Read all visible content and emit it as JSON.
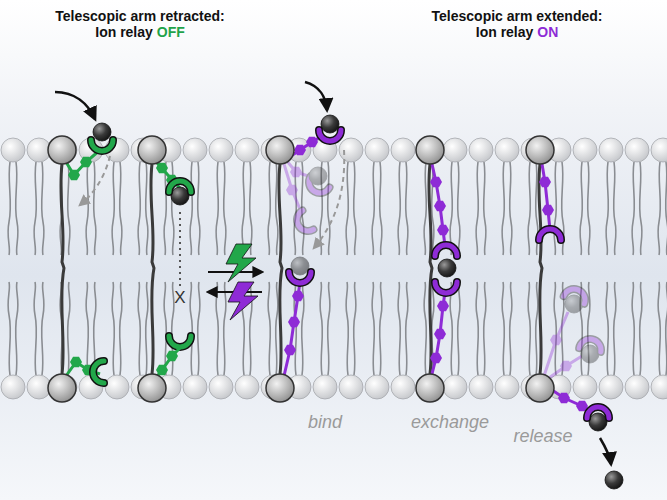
{
  "diagram": {
    "labels": [
      "Telescopic arm retracted:",
      "Ion relay",
      "OFF",
      "Telescopic arm extended:",
      "Ion relay",
      "ON",
      "X",
      "bind",
      "exchange",
      "release"
    ]
  }
}
